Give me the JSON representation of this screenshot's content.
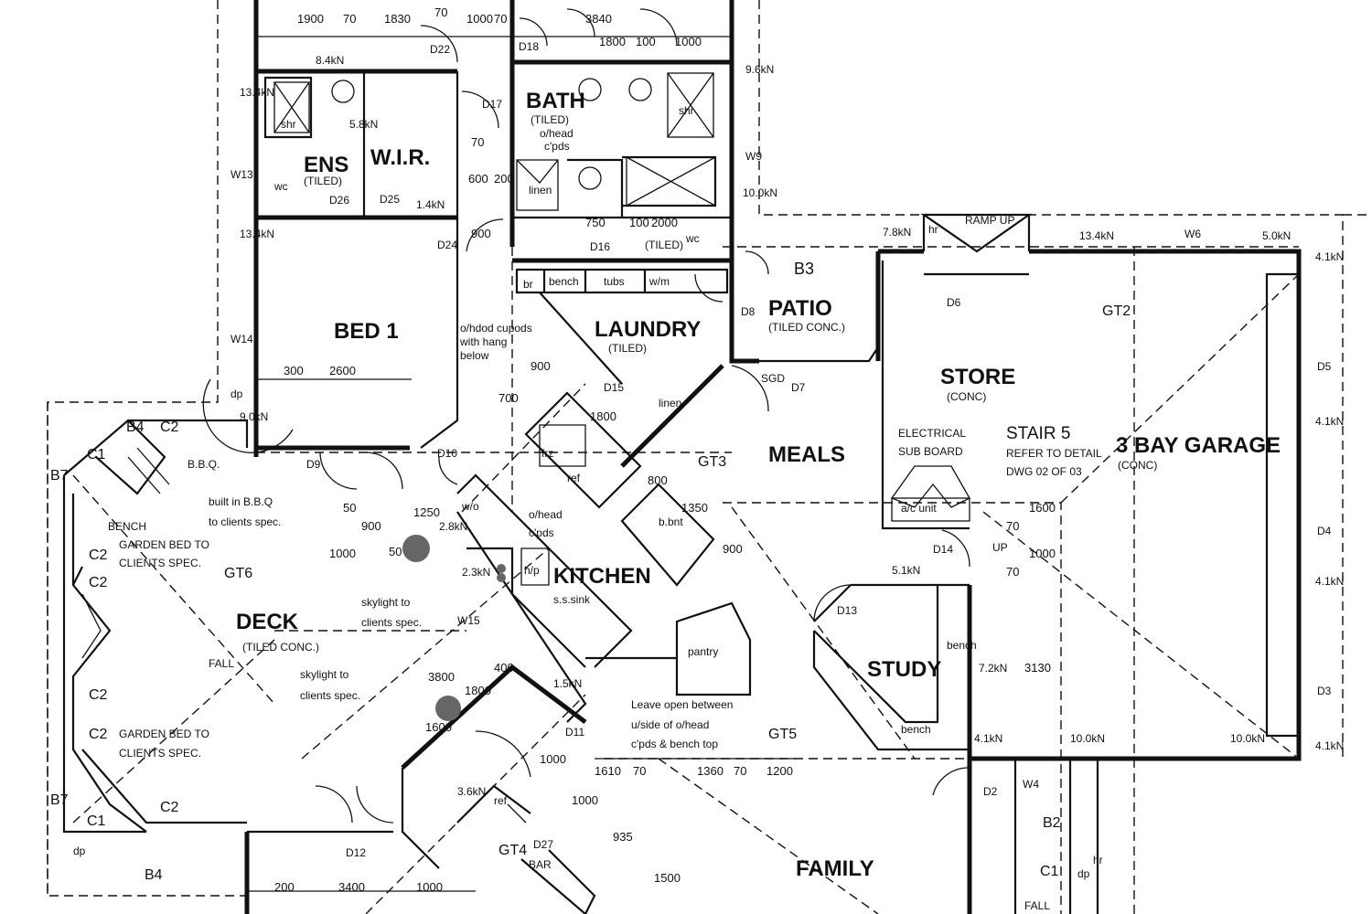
{
  "rooms": {
    "ens": "ENS",
    "ens_sub": "(TILED)",
    "wir": "W.I.R.",
    "bath": "BATH",
    "bath_sub": "(TILED)",
    "bed1": "BED 1",
    "laundry": "LAUNDRY",
    "laundry_sub": "(TILED)",
    "patio": "PATIO",
    "patio_sub": "(TILED CONC.)",
    "store": "STORE",
    "store_sub": "(CONC)",
    "meals": "MEALS",
    "garage": "3 BAY GARAGE",
    "garage_sub": "(CONC)",
    "kitchen": "KITCHEN",
    "deck": "DECK",
    "deck_sub": "(TILED CONC.)",
    "study": "STUDY",
    "family": "FAMILY"
  },
  "fixtures": {
    "shr1": "shr",
    "shr2": "shr",
    "wc1": "wc",
    "wc2": "wc",
    "linen1": "linen",
    "linen2": "linen",
    "br": "br",
    "bench1": "bench",
    "tubs": "tubs",
    "wm": "w/m",
    "frz": "frz",
    "ref1": "ref",
    "ref2": "ref",
    "wo": "w/o",
    "hp": "h/p",
    "ssink": "s.s.sink",
    "pantry": "pantry",
    "bbq": "B.B.Q.",
    "ac_unit": "a/c unit",
    "bench2": "bench",
    "bench3": "bench",
    "bar": "BAR",
    "hr1": "hr",
    "hr2": "hr",
    "dp1": "dp",
    "dp2": "dp",
    "dp3": "dp",
    "bbnt": "b.bnt",
    "ramp": "RAMP UP",
    "up": "UP",
    "fall1": "FALL",
    "fall2": "FALL"
  },
  "notes": {
    "ohead_cupds": "o/head",
    "ohead_cupds2": "c'pds",
    "laundry_cupds1": "o/hdod cupods",
    "laundry_cupds2": "with hang",
    "laundry_cupds3": "below",
    "bbq1": "built in B.B.Q",
    "bbq2": "to clients spec.",
    "bench_note": "BENCH",
    "garden1a": "GARDEN BED TO",
    "garden1b": "CLIENTS SPEC.",
    "garden2a": "GARDEN BED TO",
    "garden2b": "CLIENTS SPEC.",
    "sky1a": "skylight to",
    "sky1b": "clients spec.",
    "sky2a": "skylight to",
    "sky2b": "clients spec.",
    "kitchen_ohead1": "o/head",
    "kitchen_ohead2": "c'pds",
    "elec1": "ELECTRICAL",
    "elec2": "SUB BOARD",
    "stair1": "STAIR 5",
    "stair2": "REFER TO DETAIL",
    "stair3": "DWG 02 OF 03",
    "leave1": "Leave open between",
    "leave2": "u/side of o/head",
    "leave3": "c'pds & bench top"
  },
  "tags": {
    "d22": "D22",
    "d18": "D18",
    "d17": "D17",
    "d26": "D26",
    "d25": "D25",
    "d24": "D24",
    "d16": "D16",
    "d15": "D15",
    "d10": "D10",
    "d9": "D9",
    "d8": "D8",
    "d7": "D7",
    "d6": "D6",
    "d14": "D14",
    "d13": "D13",
    "d11": "D11",
    "d12": "D12",
    "d27": "D27",
    "d5": "D5",
    "d4": "D4",
    "d3": "D3",
    "d2": "D2",
    "b3": "B3",
    "b4a": "B4",
    "b4b": "B4",
    "b7a": "B7",
    "b7b": "B7",
    "b2": "B2",
    "c1a": "C1",
    "c1b": "C1",
    "c1c": "C1",
    "c2a": "C2",
    "c2b": "C2",
    "c2c": "C2",
    "c2d": "C2",
    "c2e": "C2",
    "c2f": "C2",
    "w13": "W13",
    "w14": "W14",
    "w9": "W9",
    "w6": "W6",
    "w4": "W4",
    "w15": "W15",
    "gt2": "GT2",
    "gt3": "GT3",
    "gt4": "GT4",
    "gt5": "GT5",
    "gt6": "GT6",
    "sgd": "SGD",
    "tiled_mark": "(TILED)"
  },
  "dims": {
    "top": [
      "1900",
      "70",
      "1830",
      "70",
      "1000",
      "70",
      "3840"
    ],
    "bath_top": [
      "1800",
      "100",
      "1000"
    ],
    "bed1": [
      "300",
      "2600"
    ],
    "bath_bot": [
      "750",
      "100",
      "2000"
    ],
    "lo": [
      "8.4kN",
      "5.8kN",
      "13.4kN",
      "1.4kN",
      "9.6kN",
      "10.0kN",
      "13.4kN",
      "7.8kN",
      "13.4kN",
      "5.0kN",
      "9.0kN",
      "4.1kN",
      "4.1kN",
      "4.1kN",
      "5.1kN",
      "7.2kN",
      "4.1kN",
      "10.0kN",
      "10.0kN",
      "4.1kN",
      "3.6kN",
      "1.5kN",
      "2.3kN",
      "2.8kN"
    ],
    "misc": [
      "600",
      "200",
      "900",
      "70",
      "700",
      "900",
      "1800",
      "800",
      "1350",
      "900",
      "50",
      "900",
      "1000",
      "50",
      "1250",
      "3800",
      "1800",
      "400",
      "1600",
      "1000",
      "1000",
      "935",
      "1500",
      "1600",
      "70",
      "1000",
      "70",
      "3130",
      "1610",
      "70",
      "1360",
      "70",
      "1200",
      "200",
      "3400",
      "1000"
    ]
  }
}
